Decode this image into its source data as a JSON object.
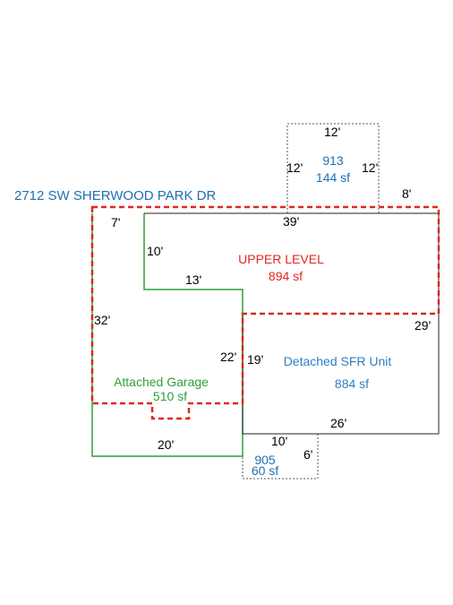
{
  "address": "2712 SW SHERWOOD PARK DR",
  "colors": {
    "address": "#1f6fb2",
    "outline": "#000000",
    "upper_level": "#e0281e",
    "garage": "#2e9e3a",
    "detached_unit": "#2f7fc1",
    "area_label_blue": "#1f6fb2",
    "dimension": "#000000"
  },
  "areas": {
    "upper_level": {
      "name": "UPPER LEVEL",
      "size": "894 sf"
    },
    "attached_garage": {
      "name": "Attached Garage",
      "size": "510 sf"
    },
    "detached_sfr": {
      "name": "Detached SFR Unit",
      "size": "884 sf"
    },
    "area_913": {
      "code": "913",
      "size": "144 sf"
    },
    "area_905": {
      "code": "905",
      "size": "60 sf"
    }
  },
  "dimensions": {
    "top_913": "12'",
    "left_913": "12'",
    "right_913": "12'",
    "top_right_8": "8'",
    "top_left_7": "7'",
    "top_main_39": "39'",
    "garage_step_10": "10'",
    "garage_step_13": "13'",
    "left_32": "32'",
    "right_29": "29'",
    "garage_right_22": "22'",
    "unit_left_19": "19'",
    "unit_bottom_26": "26'",
    "garage_bottom_20": "20'",
    "bump_top_10": "10'",
    "bump_right_6": "6'"
  }
}
